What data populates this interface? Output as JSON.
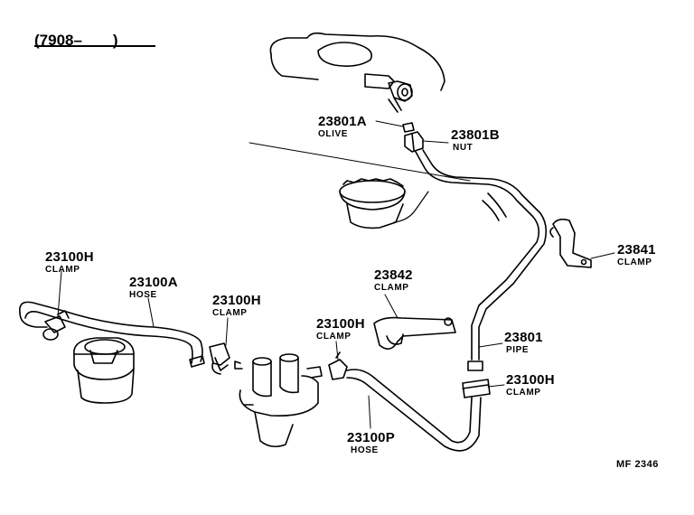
{
  "header": {
    "date_range": "(7908–　　)"
  },
  "footer": {
    "diagram_code": "MF 2346"
  },
  "parts": [
    {
      "id": "p1",
      "number": "23801A",
      "name": "OLIVE"
    },
    {
      "id": "p2",
      "number": "23801B",
      "name": "NUT"
    },
    {
      "id": "p3",
      "number": "23841",
      "name": "CLAMP"
    },
    {
      "id": "p4",
      "number": "23100H",
      "name": "CLAMP"
    },
    {
      "id": "p5",
      "number": "23100A",
      "name": "HOSE"
    },
    {
      "id": "p6",
      "number": "23842",
      "name": "CLAMP"
    },
    {
      "id": "p7",
      "number": "23100H",
      "name": "CLAMP"
    },
    {
      "id": "p8",
      "number": "23100H",
      "name": "CLAMP"
    },
    {
      "id": "p9",
      "number": "23801",
      "name": "PIPE"
    },
    {
      "id": "p10",
      "number": "23100H",
      "name": "CLAMP"
    },
    {
      "id": "p11",
      "number": "23100P",
      "name": "HOSE"
    }
  ]
}
